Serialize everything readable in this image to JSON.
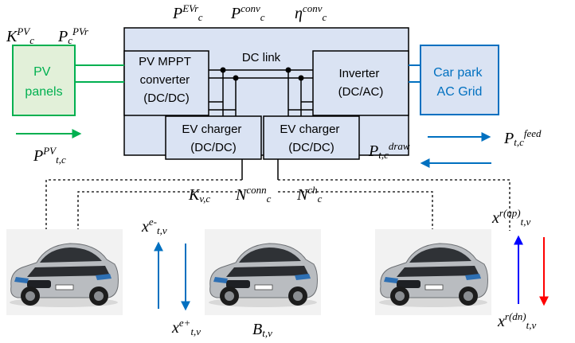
{
  "symbols": {
    "k_pv": {
      "base": "K",
      "sup": "PV",
      "sub": "c"
    },
    "p_pvr": {
      "base": "P",
      "sub": "c",
      "sup": "PVr"
    },
    "p_evr": {
      "base": "P",
      "sup": "EVr",
      "sub": "c"
    },
    "p_conv": {
      "base": "P",
      "sup": "conv",
      "sub": "c"
    },
    "eta_conv": {
      "base": "η",
      "sup": "conv",
      "sub": "c"
    },
    "p_pv": {
      "base": "P",
      "sup": "PV",
      "sub": "t,c"
    },
    "p_feed": {
      "base": "P",
      "sub": "t,c",
      "sup": "feed"
    },
    "p_draw": {
      "base": "P",
      "sub": "t,c",
      "sup": "draw"
    },
    "k_vc": {
      "base": "K",
      "sub": "v,c"
    },
    "n_conn": {
      "base": "N",
      "sup": "conn",
      "sub": "c"
    },
    "n_ch": {
      "base": "N",
      "sup": "ch",
      "sub": "c"
    },
    "x_e_minus": {
      "base": "x",
      "sup": "e-",
      "sub": "t,v"
    },
    "x_e_plus": {
      "base": "x",
      "sup": "e+",
      "sub": "t,v"
    },
    "b_tv": {
      "base": "B",
      "sub": "t,v"
    },
    "x_r_up": {
      "base": "x",
      "sup": "r(up)",
      "sub": "t,v"
    },
    "x_r_dn": {
      "base": "x",
      "sup": "r(dn)",
      "sub": "t,v"
    }
  },
  "blocks": {
    "pv_panels": {
      "line1": "PV",
      "line2": "panels"
    },
    "grid": {
      "line1": "Car park",
      "line2": "AC Grid"
    },
    "mppt": {
      "line1": "PV MPPT",
      "line2": "converter",
      "line3": "(DC/DC)"
    },
    "dc_link": "DC link",
    "inverter": {
      "line1": "Inverter",
      "line2": "(DC/AC)"
    },
    "ev_charger_1": {
      "line1": "EV charger",
      "line2": "(DC/DC)"
    },
    "ev_charger_2": {
      "line1": "EV charger",
      "line2": "(DC/DC)"
    }
  },
  "colors": {
    "pv": "#00b050",
    "pv_fill": "#e2f0d9",
    "grid": "#0070c0",
    "grid_fill": "#dae3f3",
    "station_fill": "#dae3f3",
    "up_arrow": "#0000ff",
    "down_arrow": "#ff0000"
  }
}
